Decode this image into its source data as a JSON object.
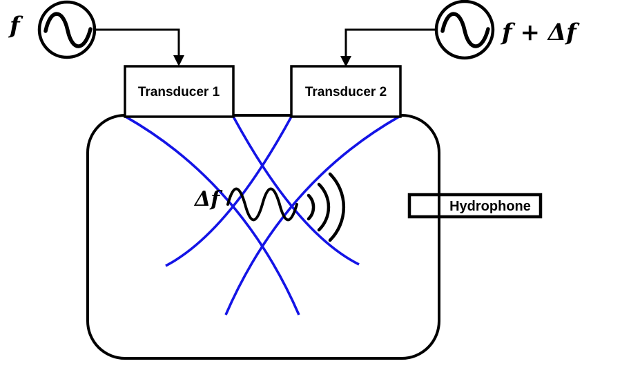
{
  "figure": {
    "title": "parametric-array-water-tank-diagram",
    "colors": {
      "outline": "#000000",
      "beam": "#1414e6",
      "background": "#ffffff"
    },
    "labels": {
      "source1": "f",
      "source2": "f + Δf",
      "transducer1": "Transducer 1",
      "transducer2": "Transducer 2",
      "hydrophone": "Hydrophone",
      "difference": "Δf"
    }
  }
}
